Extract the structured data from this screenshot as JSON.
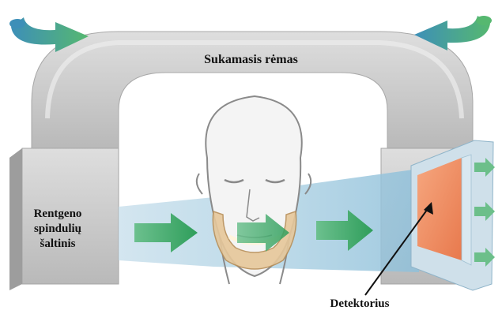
{
  "labels": {
    "rotating_frame": "Sukamasis rėmas",
    "xray_source_line1": "Rentgeno",
    "xray_source_line2": "spindulių",
    "xray_source_line3": "šaltinis",
    "detector": "Detektorius"
  },
  "icons": {
    "rotation_arrows": "curved-rotation-arrow",
    "beam_arrows": "right-arrow"
  },
  "colors": {
    "frame": "#c9c9c9",
    "beam": "#9cc6de",
    "arrow": "#3fae6a",
    "detector": "#f08a5d",
    "text": "#111111"
  }
}
